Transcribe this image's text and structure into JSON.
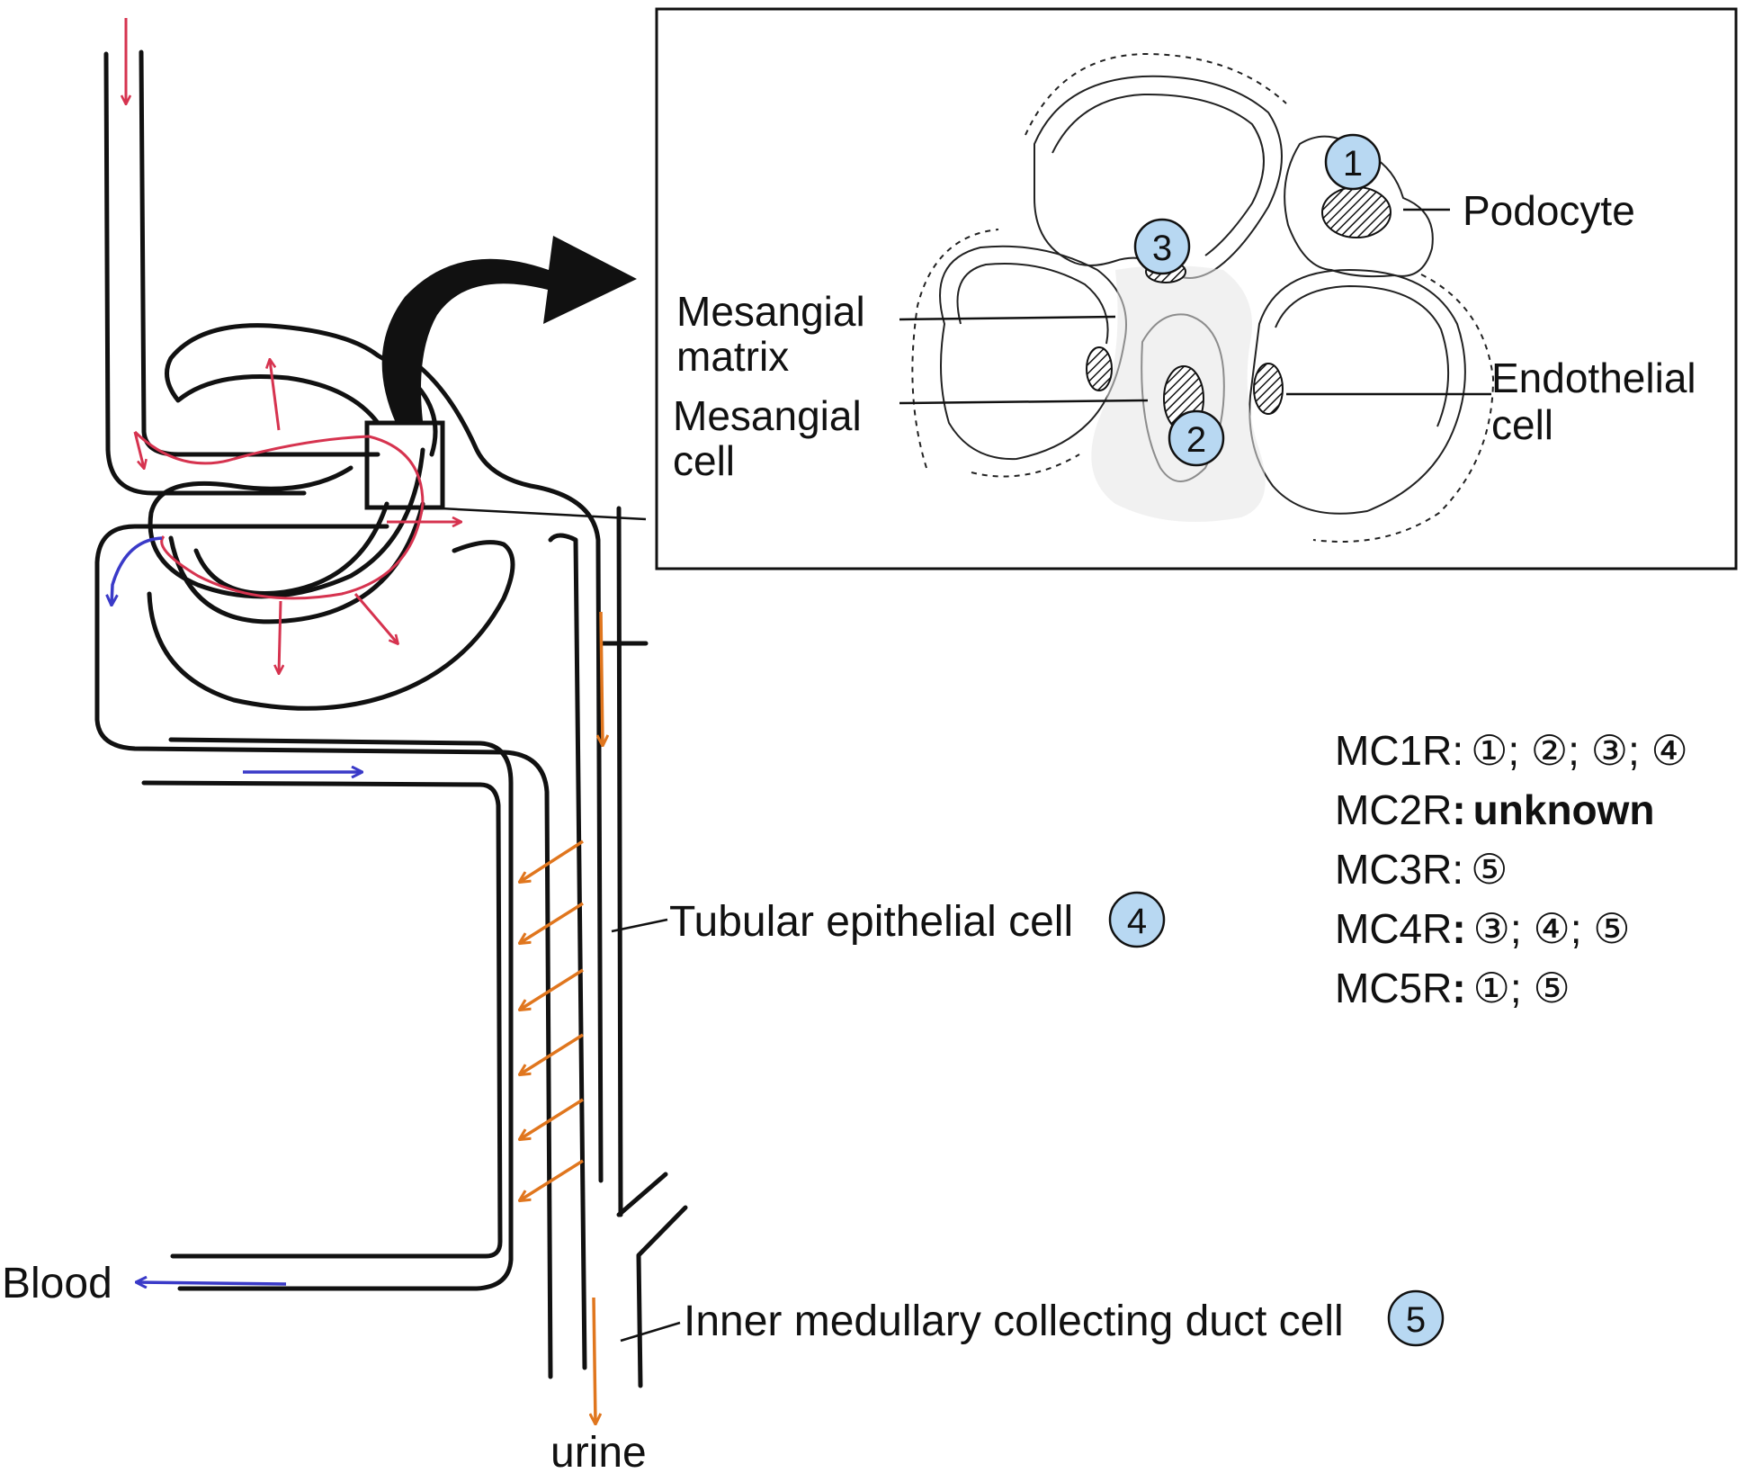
{
  "labels": {
    "podocyte": "Podocyte",
    "mesangial_matrix_1": "Mesangial",
    "mesangial_matrix_2": "matrix",
    "mesangial_cell_1": "Mesangial",
    "mesangial_cell_2": "cell",
    "endothelial_cell_1": "Endothelial",
    "endothelial_cell_2": "cell",
    "tubular_epithelial_cell": "Tubular epithelial cell",
    "inner_medullary_collecting_duct_cell": "Inner medullary collecting duct cell",
    "blood": "Blood",
    "urine": "urine"
  },
  "markers": {
    "podocyte": "1",
    "mesangial_cell": "2",
    "endothelial_cell": "3",
    "tubular_epithelial_cell": "4",
    "collecting_duct_cell": "5"
  },
  "legend": [
    {
      "receptor": "MC1R",
      "sep": ":",
      "value": "①; ②; ③; ④"
    },
    {
      "receptor": "MC2R",
      "sep": ":",
      "value": "unknown"
    },
    {
      "receptor": "MC3R",
      "sep": ":",
      "value": "⑤"
    },
    {
      "receptor": "MC4R",
      "sep": ":",
      "value": "③; ④; ⑤"
    },
    {
      "receptor": "MC5R",
      "sep": ":",
      "value": "①; ⑤"
    }
  ],
  "colors": {
    "line": "#111111",
    "red_arrow": "#d6334f",
    "blue_arrow": "#3a3ac8",
    "orange_arrow": "#e0761e",
    "marker_fill": "#b8d8f2"
  }
}
